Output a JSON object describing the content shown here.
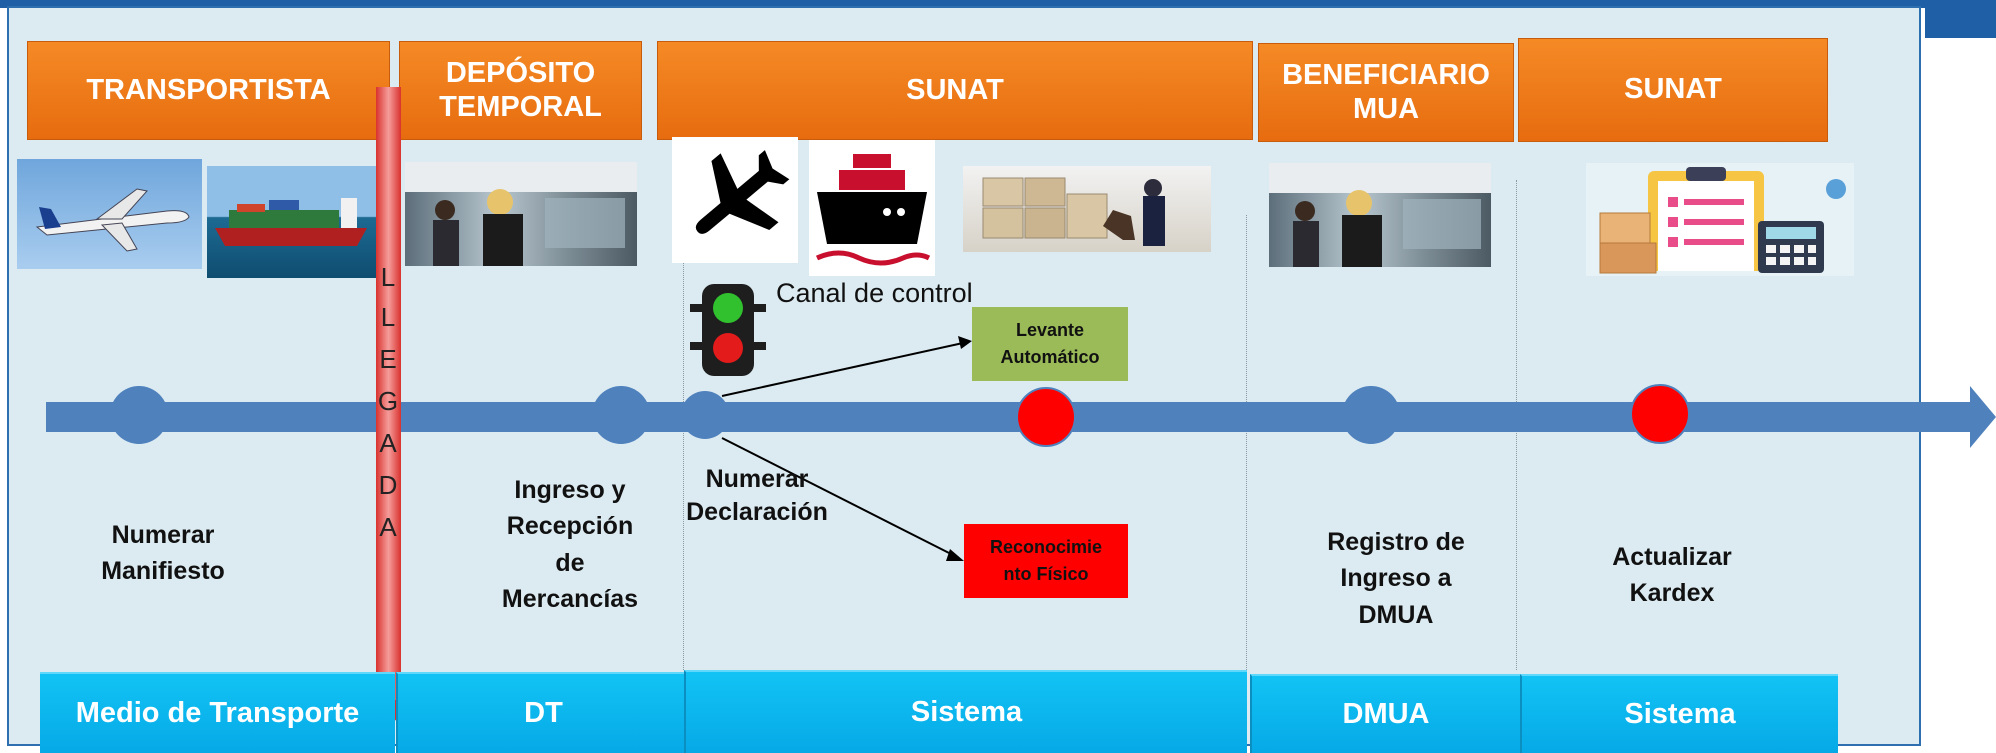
{
  "headers": [
    {
      "label": "TRANSPORTISTA"
    },
    {
      "label": "DEPÓSITO\nTEMPORAL"
    },
    {
      "label": "SUNAT"
    },
    {
      "label": "BENEFICIARIO\nMUA"
    },
    {
      "label": "SUNAT"
    }
  ],
  "footers": [
    {
      "label": "Medio de Transporte"
    },
    {
      "label": "DT"
    },
    {
      "label": "Sistema"
    },
    {
      "label": "DMUA"
    },
    {
      "label": "Sistema"
    }
  ],
  "arrival": {
    "letters": [
      "L",
      "L",
      "E",
      "G",
      "A",
      "D",
      "A"
    ]
  },
  "steps": {
    "manifest": "Numerar\nManifiesto",
    "ingreso": "Ingreso y\nRecepción\nde\nMercancías",
    "declaracion": "Numerar\nDeclaración",
    "registro": "Registro  de\nIngreso  a\nDMUA",
    "kardex": "Actualizar\nKardex"
  },
  "control": {
    "channel_label": "Canal de control",
    "automatic": "Levante\nAutomático",
    "physical": "Reconocimie\nnto Físico",
    "automatic_color": "#9bbb59",
    "physical_color": "#ff0000"
  },
  "colors": {
    "header": "#f27a1a",
    "footer": "#0fb8f0",
    "timeline": "#4f81bd",
    "node_blue": "#4f81bd",
    "node_red": "#ff0000",
    "panel": "#dcebf2"
  },
  "icons": [
    "airplane-photo-icon",
    "cargo-ship-photo-icon",
    "office-counter-photo-icon",
    "airplane-icon",
    "ship-icon",
    "inspection-photo-icon",
    "traffic-light-icon",
    "checklist-icon"
  ]
}
